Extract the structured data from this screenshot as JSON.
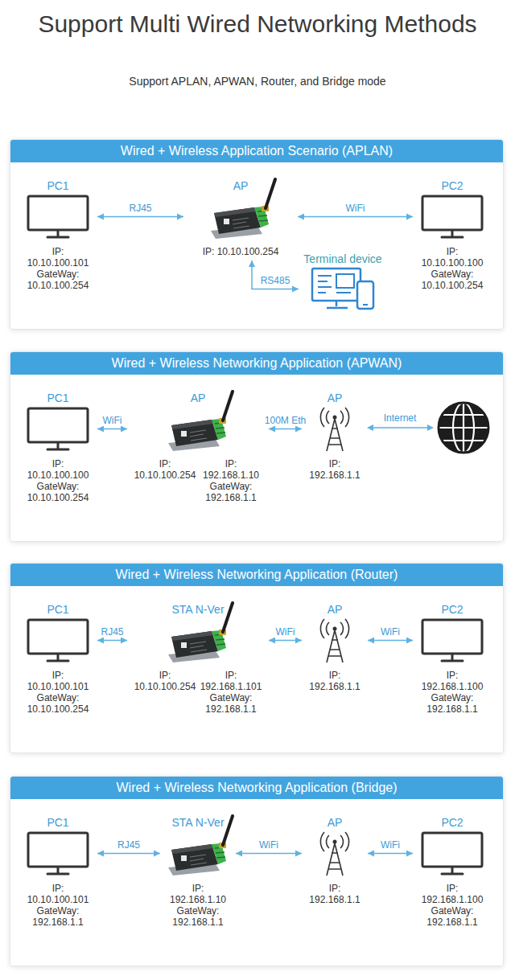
{
  "diagram": {
    "title": "Support Multi Wired Networking Methods",
    "nodes": [
      {
        "text": [
          "Wired + Wireless Application Scenario (APLAN)"
        ]
      },
      {
        "text": [
          "PC1",
          "IP: 10.10.100.101",
          "GateWay: 10.10.100.254"
        ],
        "in": 0
      },
      {
        "text": [
          "AP",
          "IP: 10.10.100.254"
        ],
        "in": 0
      },
      {
        "text": [
          "PC2",
          "IP: 10.10.100.100",
          "GateWay: 10.10.100.254"
        ],
        "in": 0
      },
      {
        "text": [
          "Terminal device"
        ],
        "in": 0
      },
      {
        "text": [
          "Wired + Wireless Networking Application (APWAN)"
        ]
      },
      {
        "text": [
          "PC1",
          "IP: 10.10.100.100",
          "GateWay: 10.10.100.254"
        ],
        "in": 5
      },
      {
        "text": [
          "AP",
          "IP: 10.10.100.254",
          "IP: 192.168.1.10",
          "GateWay: 192.168.1.1"
        ],
        "in": 5
      },
      {
        "text": [
          "AP",
          "IP: 192.168.1.1"
        ],
        "in": 5
      },
      {
        "text": [
          "Wired + Wireless Networking Application (Router)"
        ]
      },
      {
        "text": [
          "PC1",
          "IP: 10.10.100.101",
          "GateWay: 10.10.100.254"
        ],
        "in": 9
      },
      {
        "text": [
          "STA N-Ver",
          "IP: 10.10.100.254",
          "IP: 192.168.1.101",
          "GateWay: 192.168.1.1"
        ],
        "in": 9
      },
      {
        "text": [
          "AP",
          "IP: 192.168.1.1"
        ],
        "in": 9
      },
      {
        "text": [
          "PC2",
          "IP: 192.168.1.100",
          "GateWay: 192.168.1.1"
        ],
        "in": 9
      },
      {
        "text": [
          "Wired + Wireless Networking Application (Bridge)"
        ]
      },
      {
        "text": [
          "PC1",
          "IP: 10.10.100.101",
          "GateWay: 192.168.1.1"
        ],
        "in": 14
      },
      {
        "text": [
          "STA N-Ver",
          "IP: 192.168.1.10",
          "GateWay: 192.168.1.1"
        ],
        "in": 14
      },
      {
        "text": [
          "AP",
          "IP: 192.168.1.1"
        ],
        "in": 14
      },
      {
        "text": [
          "PC2",
          "IP: 192.168.1.100",
          "GateWay: 192.168.1.1"
        ],
        "in": 14
      }
    ],
    "edges": [
      {
        "from": 1,
        "to": 2,
        "arrow": "both",
        "label": "RJ45"
      },
      {
        "from": 2,
        "to": 3,
        "arrow": "both",
        "label": "WiFi"
      },
      {
        "from": 2,
        "to": 4,
        "arrow": "both",
        "label": "RS485"
      },
      {
        "from": 6,
        "to": 7,
        "arrow": "both",
        "label": "WiFi"
      },
      {
        "from": 7,
        "to": 8,
        "arrow": "both",
        "label": "100M Eth"
      },
      {
        "from": 10,
        "to": 11,
        "arrow": "both",
        "label": "RJ45"
      },
      {
        "from": 11,
        "to": 12,
        "arrow": "both",
        "label": "WiFi"
      },
      {
        "from": 12,
        "to": 13,
        "arrow": "both",
        "label": "WiFi"
      },
      {
        "from": 15,
        "to": 16,
        "arrow": "both",
        "label": "RJ45"
      },
      {
        "from": 16,
        "to": 17,
        "arrow": "both",
        "label": "WiFi"
      },
      {
        "from": 17,
        "to": 18,
        "arrow": "both",
        "label": "WiFi"
      }
    ],
    "labels": [
      "Support APLAN, APWAN, Router, and Bridge mode",
      "Internet"
    ]
  }
}
